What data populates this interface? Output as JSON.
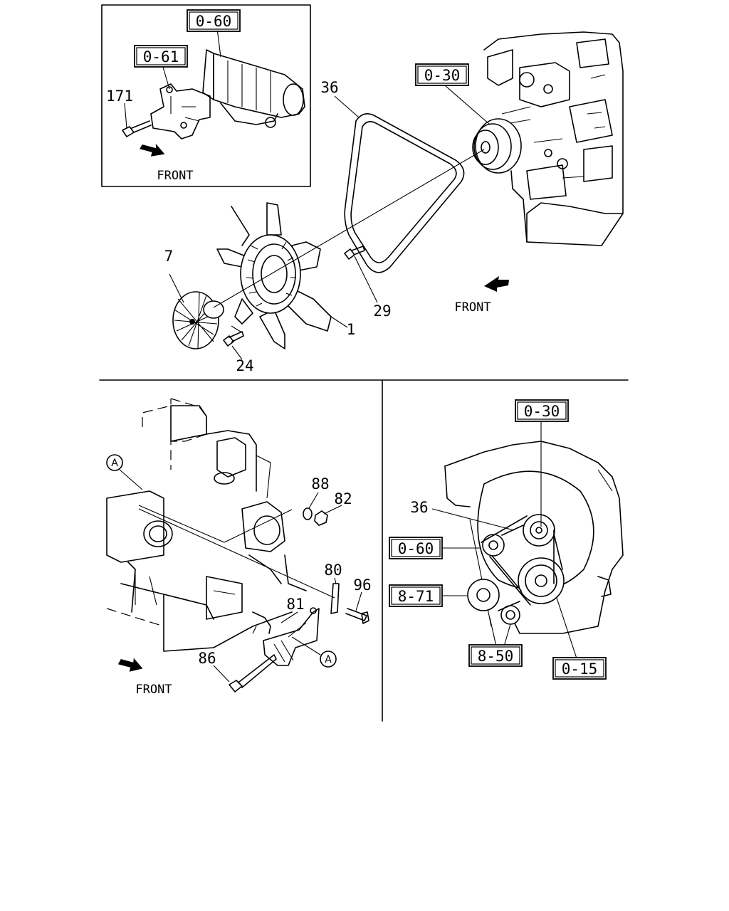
{
  "callouts": {
    "n0_60_top": "0-60",
    "n0_61": "0-61",
    "n171": "171",
    "n36_top": "36",
    "n0_30_top": "0-30",
    "n7": "7",
    "n29": "29",
    "n1": "1",
    "n24": "24",
    "n88": "88",
    "n82": "82",
    "n80": "80",
    "n96": "96",
    "n81": "81",
    "n86": "86",
    "a_left": "A",
    "a_bottom": "A",
    "n0_30_br": "0-30",
    "n36_br": "36",
    "n0_60_br": "0-60",
    "n8_71": "8-71",
    "n8_50": "8-50",
    "n0_15": "0-15"
  },
  "front_labels": {
    "inset": "FRONT",
    "top": "FRONT",
    "bottom_left": "FRONT"
  }
}
